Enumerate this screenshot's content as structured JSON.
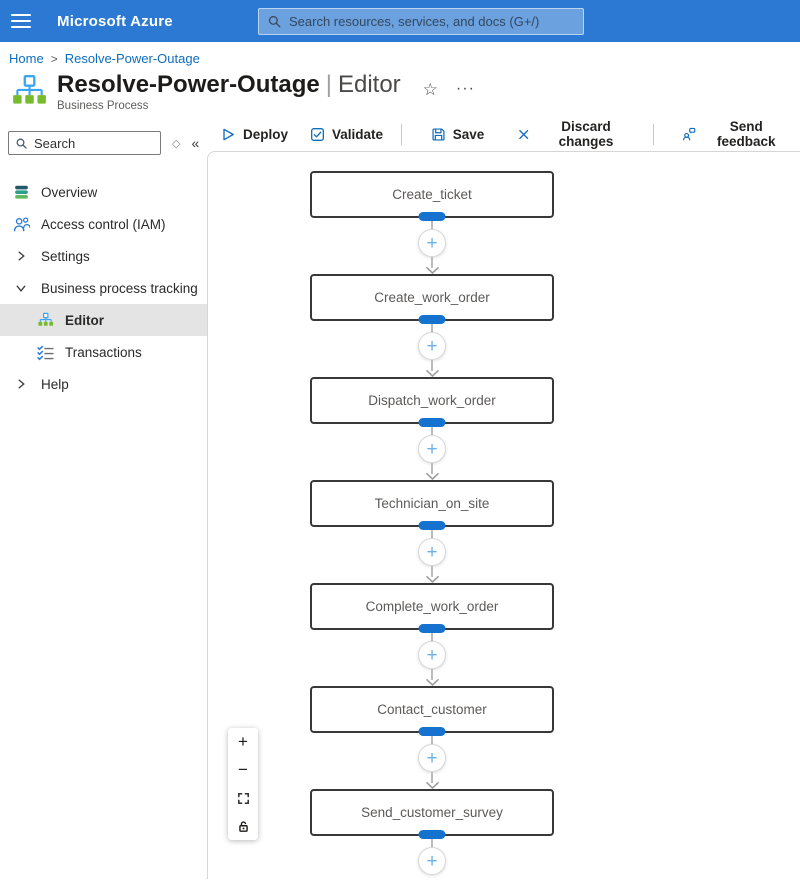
{
  "header": {
    "brand": "Microsoft Azure",
    "search_placeholder": "Search resources, services, and docs (G+/)"
  },
  "breadcrumb": {
    "home": "Home",
    "separator": ">",
    "current": "Resolve-Power-Outage"
  },
  "page": {
    "title": "Resolve-Power-Outage",
    "divider": "|",
    "view": "Editor",
    "subtitle": "Business Process",
    "star_glyph": "☆",
    "more_glyph": "···"
  },
  "toolbar": {
    "deploy": "Deploy",
    "validate": "Validate",
    "save": "Save",
    "discard": "Discard changes",
    "feedback": "Send feedback"
  },
  "sidebar": {
    "search_placeholder": "Search",
    "diamond_glyph": "◇",
    "collapse_glyph": "«",
    "items": [
      {
        "label": "Overview"
      },
      {
        "label": "Access control (IAM)"
      },
      {
        "label": "Settings"
      },
      {
        "label": "Business process tracking"
      },
      {
        "label": "Editor"
      },
      {
        "label": "Transactions"
      },
      {
        "label": "Help"
      }
    ]
  },
  "canvas": {
    "add_glyph": "+",
    "stages": [
      {
        "label": "Create_ticket"
      },
      {
        "label": "Create_work_order"
      },
      {
        "label": "Dispatch_work_order"
      },
      {
        "label": "Technician_on_site"
      },
      {
        "label": "Complete_work_order"
      },
      {
        "label": "Contact_customer"
      },
      {
        "label": "Send_customer_survey"
      }
    ],
    "zoom_controls": {
      "zoom_in": "+",
      "zoom_out": "−"
    }
  },
  "colors": {
    "header_bg": "#2b79d2",
    "accent_blue": "#0f6cbd",
    "pill_blue": "#1573cf",
    "stage_border": "#3a3836",
    "selected_item_bg": "#e4e4e4",
    "flow_icon_blue": "#3aa5f0",
    "flow_icon_green": "#76bc2d"
  }
}
